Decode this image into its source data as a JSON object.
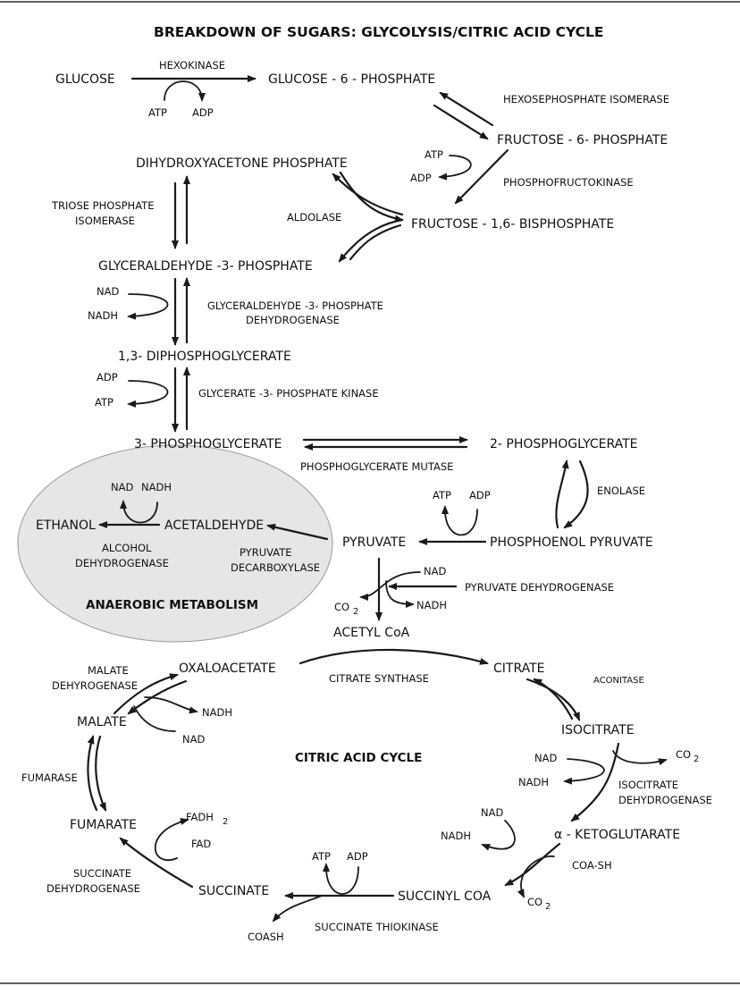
{
  "title": "BREAKDOWN OF SUGARS: GLYCOLYSIS/CITRIC ACID CYCLE",
  "molecules": {
    "glucose": "GLUCOSE",
    "g6p": "GLUCOSE - 6 - PHOSPHATE",
    "f6p": "FRUCTOSE - 6- PHOSPHATE",
    "f16bp": "FRUCTOSE - 1,6- BISPHOSPHATE",
    "dhap": "DIHYDROXYACETONE PHOSPHATE",
    "g3p": "GLYCERALDEHYDE -3- PHOSPHATE",
    "dpg": "1,3- DIPHOSPHOGLYCERATE",
    "pg3": "3- PHOSPHOGLYCERATE",
    "pg2": "2- PHOSPHOGLYCERATE",
    "pep": "PHOSPHOENOL PYRUVATE",
    "pyruvate": "PYRUVATE",
    "acetaldehyde": "ACETALDEHYDE",
    "ethanol": "ETHANOL",
    "acetylcoa": "ACETYL CoA",
    "citrate": "CITRATE",
    "isocitrate": "ISOCITRATE",
    "akg": "α - KETOGLUTARATE",
    "succinylcoa": "SUCCINYL COA",
    "succinate": "SUCCINATE",
    "fumarate": "FUMARATE",
    "malate": "MALATE",
    "oxaloacetate": "OXALOACETATE"
  },
  "enzymes": {
    "hexokinase": "HEXOKINASE",
    "hpi": "HEXOSEPHOSPHATE ISOMERASE",
    "pfk": "PHOSPHOFRUCTOKINASE",
    "aldolase": "ALDOLASE",
    "tpi1": "TRIOSE PHOSPHATE",
    "tpi2": "ISOMERASE",
    "gapdh1": "GLYCERALDEHYDE -3- PHOSPHATE",
    "gapdh2": "DEHYDROGENASE",
    "pgk": "GLYCERATE -3- PHOSPHATE KINASE",
    "pgm": "PHOSPHOGLYCERATE MUTASE",
    "enolase": "ENOLASE",
    "pdc1": "PYRUVATE",
    "pdc2": "DECARBOXYLASE",
    "adh1": "ALCOHOL",
    "adh2": "DEHYDROGENASE",
    "pdh": "PYRUVATE DEHYDROGENASE",
    "cs": "CITRATE SYNTHASE",
    "aconitase": "ACONITASE",
    "idh1": "ISOCITRATE",
    "idh2": "DEHYDROGENASE",
    "stk": "SUCCINATE THIOKINASE",
    "sdh1": "SUCCINATE",
    "sdh2": "DEHYDROGENASE",
    "fumarase": "FUMARASE",
    "mdh1": "MALATE",
    "mdh2": "DEHYROGENASE"
  },
  "cofactors": {
    "hk_atp": "ATP",
    "hk_adp": "ADP",
    "pfk_atp": "ATP",
    "pfk_adp": "ADP",
    "gapdh_nad": "NAD",
    "gapdh_nadh": "NADH",
    "pgk_adp": "ADP",
    "pgk_atp": "ATP",
    "pk_atp": "ATP",
    "pk_adp": "ADP",
    "adh_nad": "NAD",
    "adh_nadh": "NADH",
    "pdh_nad": "NAD",
    "pdh_co2": "CO",
    "pdh_nadh": "NADH",
    "idh_nad": "NAD",
    "idh_nadh": "NADH",
    "idh_co2": "CO",
    "akg_nad": "NAD",
    "akg_nadh": "NADH",
    "akg_coash": "COA-SH",
    "akg_co2": "CO",
    "stk_atp": "ATP",
    "stk_adp": "ADP",
    "stk_coash": "COASH",
    "sdh_fadh": "FADH",
    "sdh_fad": "FAD",
    "mdh_nadh": "NADH",
    "mdh_nad": "NAD",
    "sub2": "2",
    "sub2b": "2",
    "sub2c": "2",
    "sub2d": "2"
  },
  "regions": {
    "anaerobic": "ANAEROBIC METABOLISM",
    "tca": "CITRIC ACID CYCLE"
  },
  "colors": {
    "ink": "#1a1a1a",
    "anaerobic_fill": "#e6e6e8",
    "anaerobic_stroke": "#9a9aa0"
  }
}
